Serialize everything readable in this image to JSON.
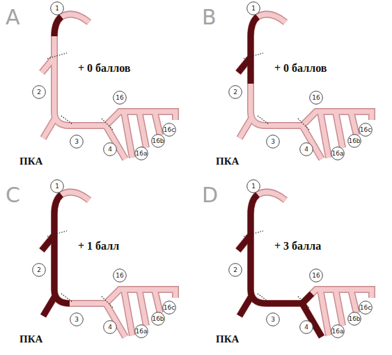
{
  "diagram": {
    "nodes": [
      {
        "text": [
          "1"
        ]
      },
      {
        "text": [
          "2"
        ]
      },
      {
        "text": [
          "3"
        ]
      },
      {
        "text": [
          "4"
        ]
      },
      {
        "text": [
          "16"
        ]
      },
      {
        "text": [
          "16a"
        ]
      },
      {
        "text": [
          "16b"
        ]
      },
      {
        "text": [
          "16c"
        ]
      },
      {
        "text": [
          "1"
        ]
      },
      {
        "text": [
          "2"
        ]
      },
      {
        "text": [
          "3"
        ]
      },
      {
        "text": [
          "4"
        ]
      },
      {
        "text": [
          "16"
        ]
      },
      {
        "text": [
          "16a"
        ]
      },
      {
        "text": [
          "16b"
        ]
      },
      {
        "text": [
          "16c"
        ]
      },
      {
        "text": [
          "1"
        ]
      },
      {
        "text": [
          "2"
        ]
      },
      {
        "text": [
          "3"
        ]
      },
      {
        "text": [
          "4"
        ]
      },
      {
        "text": [
          "16"
        ]
      },
      {
        "text": [
          "16a"
        ]
      },
      {
        "text": [
          "16b"
        ]
      },
      {
        "text": [
          "16c"
        ]
      },
      {
        "text": [
          "1"
        ]
      },
      {
        "text": [
          "2"
        ]
      },
      {
        "text": [
          "3"
        ]
      },
      {
        "text": [
          "4"
        ]
      },
      {
        "text": [
          "16"
        ]
      },
      {
        "text": [
          "16a"
        ]
      },
      {
        "text": [
          "16b"
        ]
      },
      {
        "text": [
          "16c"
        ]
      }
    ],
    "labels": [
      "A",
      "+ 0 баллов",
      "ПКА",
      "B",
      "+ 0 баллов",
      "ПКА",
      "C",
      "+ 1 балл",
      "ПКА",
      "D",
      "+ 3 балла",
      "ПКА"
    ]
  }
}
